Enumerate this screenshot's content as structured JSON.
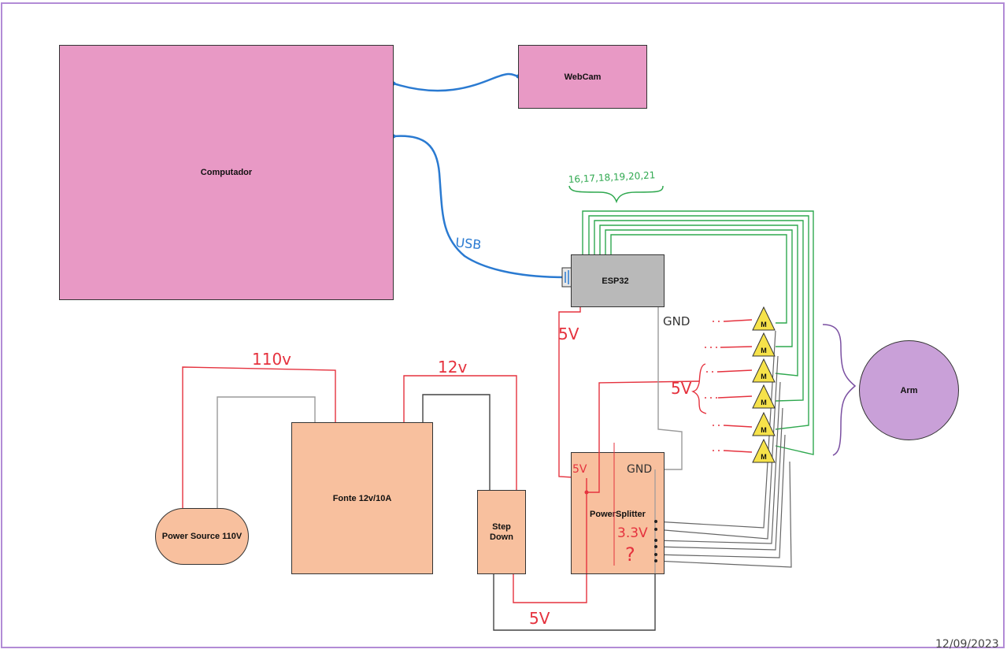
{
  "colors": {
    "pink_block": "#e899c5",
    "orange_block": "#f8c09e",
    "gray_block": "#b9b9b9",
    "purple_block": "#c9a0d8",
    "motor_yellow": "#f6e24a",
    "wire_blue": "#2a7ad1",
    "wire_red": "#e5323e",
    "wire_black": "#444444",
    "wire_green": "#2fa84f",
    "wire_gray": "#9a9a9a",
    "brace_purple": "#7a4fa1"
  },
  "blocks": {
    "computer": "Computador",
    "webcam": "WebCam",
    "esp32": "ESP32",
    "power_source": "Power Source 110V",
    "psu": "Fonte 12v/10A",
    "step_down": "Step\nDown",
    "power_splitter": "PowerSplitter",
    "arm": "Arm"
  },
  "motor_label": "M",
  "annotations": {
    "usb": "USB",
    "pins": "16,17,18,19,20,21",
    "v110": "110v",
    "v12": "12v",
    "v5_esp": "5V",
    "v5_motors": "5V",
    "v5_bottom": "5V",
    "gnd_esp": "GND",
    "gnd_splitter": "GND",
    "v5_splitter": "5V",
    "v33": "3.3V",
    "question": "?",
    "date": "12/09/2023"
  }
}
